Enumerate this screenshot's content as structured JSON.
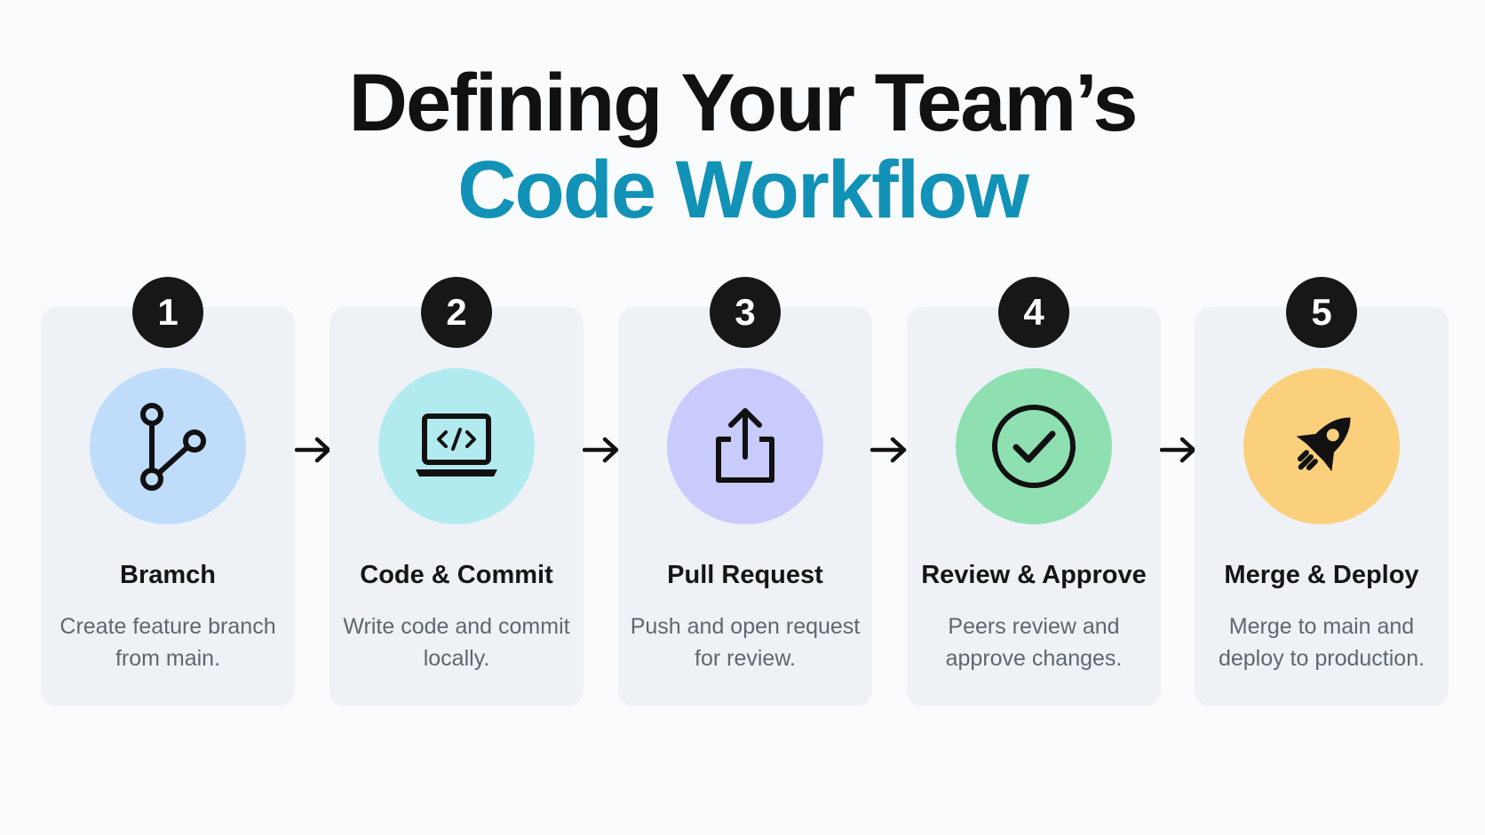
{
  "title": {
    "line1": "Defining Your Team’s",
    "line2": "Code Workflow",
    "line2_color": "#1192b6"
  },
  "steps": [
    {
      "number": "1",
      "title": "Bramch",
      "description": "Create feature branch from main.",
      "icon": "git-branch-icon",
      "circle_color": "#bfdcfb"
    },
    {
      "number": "2",
      "title": "Code & Commit",
      "description": "Write code and commit locally.",
      "icon": "laptop-code-icon",
      "circle_color": "#b2ebef"
    },
    {
      "number": "3",
      "title": "Pull Request",
      "description": "Push and open request for review.",
      "icon": "share-upload-icon",
      "circle_color": "#c8cbfb"
    },
    {
      "number": "4",
      "title": "Review & Approve",
      "description": "Peers review and approve changes.",
      "icon": "check-circle-icon",
      "circle_color": "#8ee0b1"
    },
    {
      "number": "5",
      "title": "Merge & Deploy",
      "description": "Merge to main and deploy to production.",
      "icon": "rocket-icon",
      "circle_color": "#fbd07c"
    }
  ],
  "connectors": [
    "arrow-right-icon",
    "arrow-right-icon",
    "arrow-right-icon",
    "arrow-right-icon"
  ]
}
